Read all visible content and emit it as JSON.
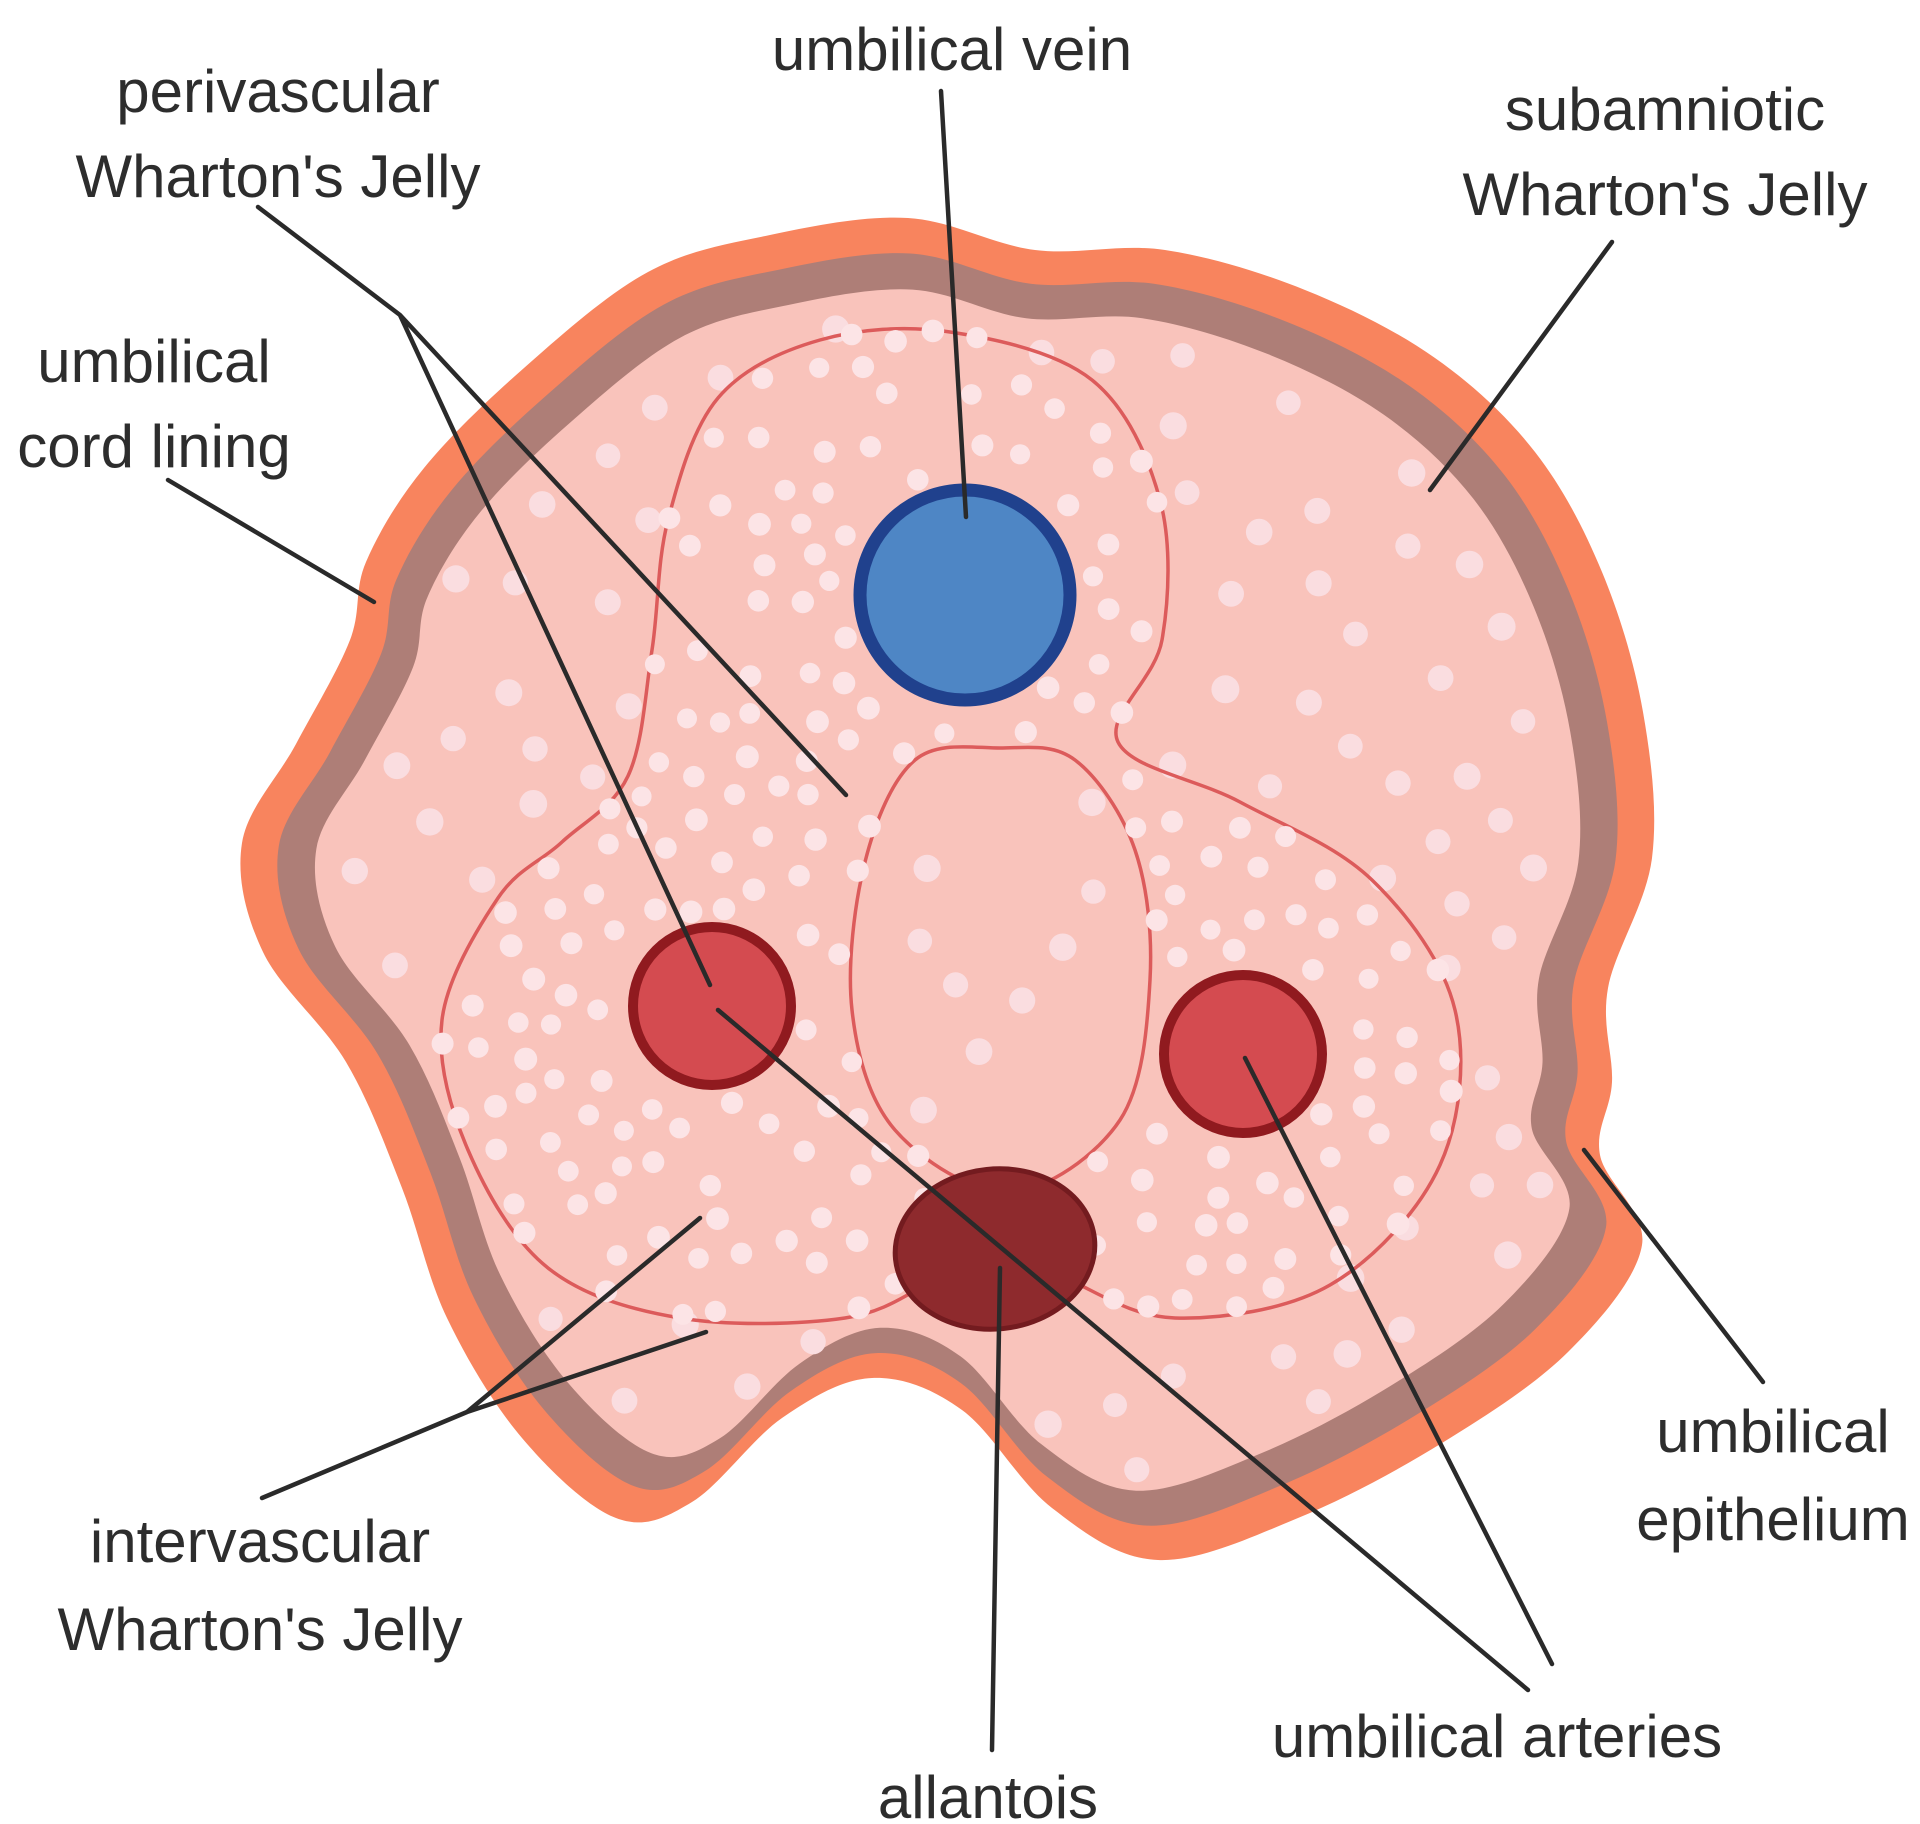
{
  "figure": {
    "type": "anatomical cross-section diagram",
    "subject": "umbilical cord"
  },
  "labels": {
    "perivascular_whartons_jelly": {
      "line1": "perivascular",
      "line2": "Wharton's Jelly"
    },
    "umbilical_vein": {
      "line1": "umbilical vein"
    },
    "subamniotic_whartons_jelly": {
      "line1": "subamniotic",
      "line2": "Wharton's Jelly"
    },
    "umbilical_cord_lining": {
      "line1": "umbilical",
      "line2": "cord lining"
    },
    "intervascular_whartons_jelly": {
      "line1": "intervascular",
      "line2": "Wharton's Jelly"
    },
    "allantois": {
      "line1": "allantois"
    },
    "umbilical_arteries": {
      "line1": "umbilical arteries"
    },
    "umbilical_epithelium": {
      "line1": "umbilical",
      "line2": "epithelium"
    }
  },
  "structures": [
    "umbilical cord lining",
    "umbilical epithelium",
    "subamniotic Wharton's Jelly",
    "perivascular Wharton's Jelly",
    "intervascular Wharton's Jelly",
    "umbilical vein",
    "umbilical arteries",
    "allantois"
  ],
  "colors": {
    "background": "#ffffff",
    "text": "#2d2d2d",
    "leader": "#2a2a2a",
    "lining": "#f8845e",
    "amnion": "#ae7e77",
    "jelly": "#f9c3bb",
    "dot_sparse": "#fadde0",
    "dot_dense": "#fce4e6",
    "perivascular_outline": "#dc5b5b",
    "vein_fill": "#4e86c5",
    "vein_border": "#20418d",
    "artery_fill": "#d44b50",
    "artery_border": "#901a1f",
    "allantois_fill": "#8e2a2d",
    "allantois_border": "#731b1f"
  }
}
